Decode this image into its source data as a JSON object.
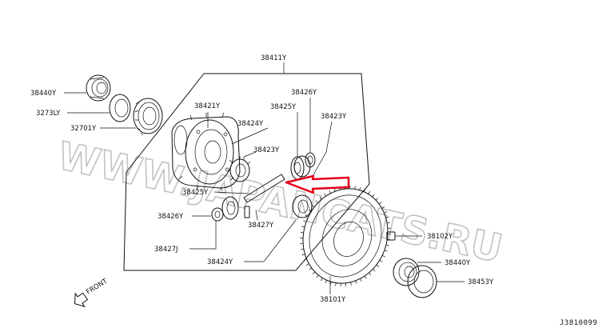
{
  "diagram": {
    "watermark": "WWW.JAPANCATS.RU",
    "reference_code": "J3810099",
    "front_label": "FRONT",
    "callouts": {
      "assembly": "38411Y",
      "bearing_left": "38440Y",
      "shim_left": "3273LY",
      "retainer": "32701Y",
      "case": "38421Y",
      "pinion_shaft_top": "38424Y",
      "pinion_gear_upper": "38423Y",
      "side_gear_washer": "38425Y",
      "thrust_washer_top": "38426Y",
      "pinion_gear_right": "38423Y",
      "washer_lower_left": "38425Y",
      "thrust_washer_lower": "38426Y",
      "lock_pin": "38427Y",
      "pin_lower": "38427J",
      "shaft_lower": "38424Y",
      "bolt": "38102Y",
      "bearing_right": "38440Y",
      "shim_right": "38453Y",
      "ring_gear": "38101Y"
    },
    "colors": {
      "line": "#111111",
      "highlight_arrow": "#e3001b",
      "watermark": "#9a9a9a"
    }
  }
}
